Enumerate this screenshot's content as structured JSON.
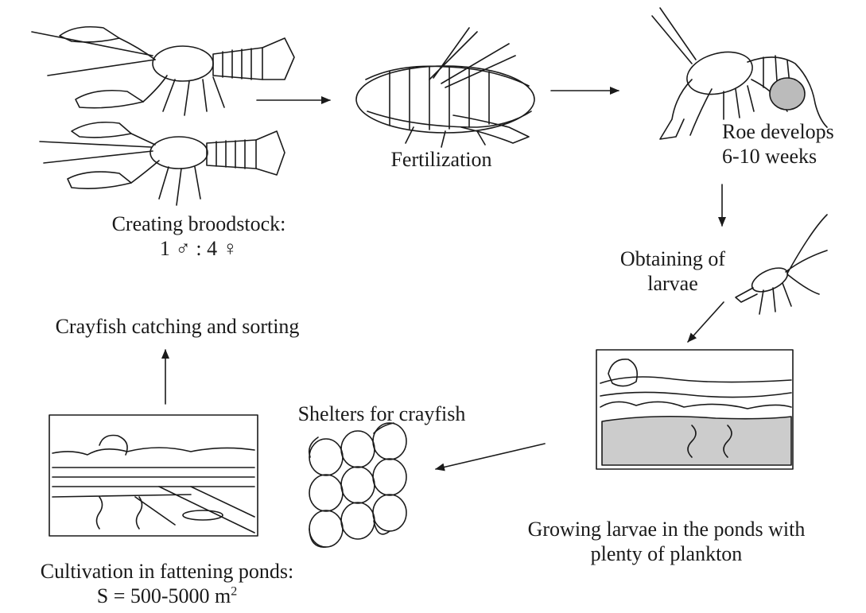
{
  "labels": {
    "broodstock_line1": "Creating broodstock:",
    "broodstock_line2": "1 ♂ : 4 ♀",
    "fertilization": "Fertilization",
    "roe_line1": "Roe develops",
    "roe_line2": "6-10 weeks",
    "larvae_line1": "Obtaining of",
    "larvae_line2": "larvae",
    "growing_line1": "Growing larvae in the ponds with",
    "growing_line2": "plenty of plankton",
    "shelters": "Shelters for crayfish",
    "catching": "Crayfish catching and sorting",
    "cultivation_line1": "Cultivation in fattening ponds:",
    "cultivation_line2": "S = 500-5000 m",
    "cultivation_unit_exp": "2"
  },
  "icons": [
    "crayfish-male-icon",
    "crayfish-female-icon",
    "mating-crayfish-icon",
    "berried-female-crayfish-icon",
    "juvenile-crayfish-icon",
    "pond-with-plankton-icon",
    "shelter-pipes-icon",
    "fattening-pond-icon"
  ]
}
